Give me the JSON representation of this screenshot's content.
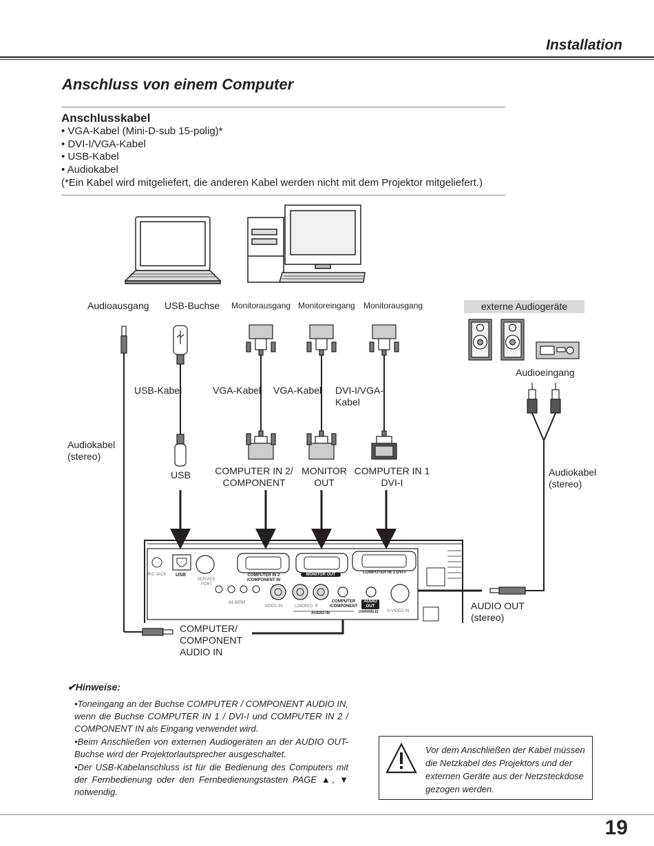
{
  "header": {
    "section": "Installation"
  },
  "title": "Anschluss von einem Computer",
  "cables": {
    "heading": "Anschlusskabel",
    "items": [
      "• VGA-Kabel (Mini-D-sub 15-polig)*",
      "• DVI-I/VGA-Kabel",
      "• USB-Kabel",
      "• Audiokabel"
    ],
    "note": "(*Ein Kabel wird mitgeliefert, die anderen Kabel werden nicht mit dem Projektor mitgeliefert.)"
  },
  "diagram": {
    "top_labels": {
      "audio_out": "Audioausgang",
      "usb": "USB-Buchse",
      "monitor_out1": "Monitorausgang",
      "monitor_in": "Monitoreingang",
      "monitor_out2": "Monitorausgang"
    },
    "external_audio": "externe Audiogeräte",
    "audio_input": "Audioeingang",
    "cable_labels": {
      "usb_cable": "USB-Kabel",
      "vga_cable1": "VGA-Kabel",
      "vga_cable2": "VGA-Kabel",
      "dvi_cable_line1": "DVI-I/VGA-",
      "dvi_cable_line2": "Kabel",
      "audio_cable_left_1": "Audiokabel",
      "audio_cable_left_2": "(stereo)",
      "audio_cable_right_1": "Audiokabel",
      "audio_cable_right_2": "(stereo)"
    },
    "port_labels": {
      "usb": "USB",
      "computer_in2_1": "COMPUTER IN 2/",
      "computer_in2_2": "COMPONENT",
      "monitor_out_1": "MONITOR",
      "monitor_out_2": "OUT",
      "computer_in1_1": "COMPUTER IN 1",
      "computer_in1_2": "DVI-I",
      "audio_out_1": "AUDIO OUT",
      "audio_out_2": "(stereo)",
      "comp_audio_1": "COMPUTER/",
      "comp_audio_2": "COMPONENT",
      "comp_audio_3": "AUDIO IN"
    },
    "panel_labels": {
      "rc_jack": "R/C JACK",
      "usb": "USB",
      "service_port": "SERVICE PORT",
      "computer_in2": "COMPUTER IN 2 /COMPONENT IN",
      "monitor_out": "MONITOR OUT",
      "computer_in1": "COMPUTER IN 1 DVI-I",
      "alarm": "ALARM",
      "video_in": "VIDEO IN",
      "l_mono_r": "L(MONO)  R",
      "computer_component": "COMPUTER /COMPONENT",
      "audio_in": "AUDIO IN",
      "audio_out": "AUDIO OUT",
      "variable": "(VARIABLE)",
      "s_video_in": "S-VIDEO IN"
    }
  },
  "notes": {
    "heading": "✔Hinweise:",
    "items": [
      "•Toneingang an der Buchse COMPUTER / COMPONENT AUDIO IN, wenn die Buchse COMPUTER IN 1 / DVI-I und COMPUTER IN 2 / COMPONENT IN als Eingang verwendet wird.",
      "•Beim Anschließen von externen Audiogeräten an der AUDIO OUT-Buchse wird der Projektorlautsprecher ausgeschaltet.",
      "•Der USB-Kabelanschluss ist für die Bedienung des Computers mit der Fernbedienung oder den Fernbedienungstasten PAGE ▲, ▼ notwendig."
    ]
  },
  "warning": {
    "icon": "warning-triangle-icon",
    "text": "Vor dem Anschließen der Kabel müssen die Netzkabel des Projektors und der externen Geräte aus der Netzsteckdose gezogen werden."
  },
  "page_number": "19"
}
